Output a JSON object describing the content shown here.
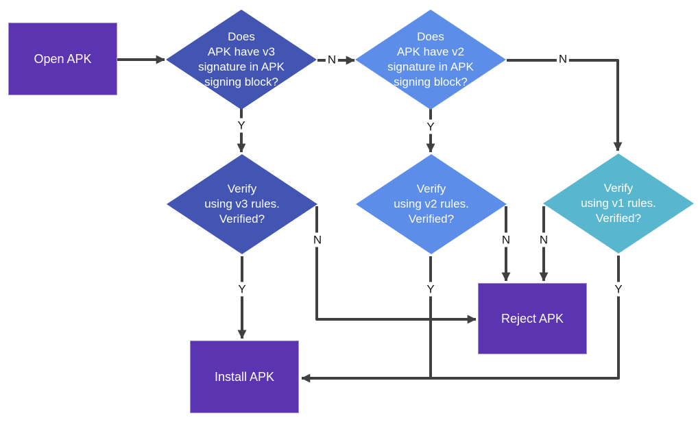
{
  "diagram": {
    "description": "APK signature verification flowchart",
    "colors": {
      "process_fill": "#5B34B1",
      "decision_v3_fill": "#4355B3",
      "decision_v2_fill": "#5C8DE9",
      "decision_v1_fill": "#58B7CF",
      "node_text": "#FFFFFF",
      "connector": "#404040",
      "edge_label_text": "#141414",
      "background": "#FFFFFF"
    },
    "nodes": {
      "open_apk": {
        "label": "Open APK",
        "type": "process"
      },
      "v3_signature_check": {
        "label": "Does\nAPK have v3\nsignature in APK\nsigning block?",
        "type": "decision"
      },
      "v2_signature_check": {
        "label": "Does\nAPK have v2\nsignature in APK\nsigning block?",
        "type": "decision"
      },
      "verify_v3": {
        "label": "Verify\nusing v3 rules.\nVerified?",
        "type": "decision"
      },
      "verify_v2": {
        "label": "Verify\nusing v2 rules.\nVerified?",
        "type": "decision"
      },
      "verify_v1": {
        "label": "Verify\nusing v1 rules.\nVerified?",
        "type": "decision"
      },
      "reject_apk": {
        "label": "Reject APK",
        "type": "process"
      },
      "install_apk": {
        "label": "Install APK",
        "type": "process"
      }
    },
    "edge_labels": {
      "v3_check_no": "N",
      "v3_check_yes": "Y",
      "v2_check_no": "N",
      "v2_check_yes": "Y",
      "verify_v3_no": "N",
      "verify_v3_yes": "Y",
      "verify_v2_no": "N",
      "verify_v2_yes": "Y",
      "verify_v1_no": "N",
      "verify_v1_yes": "Y"
    }
  }
}
